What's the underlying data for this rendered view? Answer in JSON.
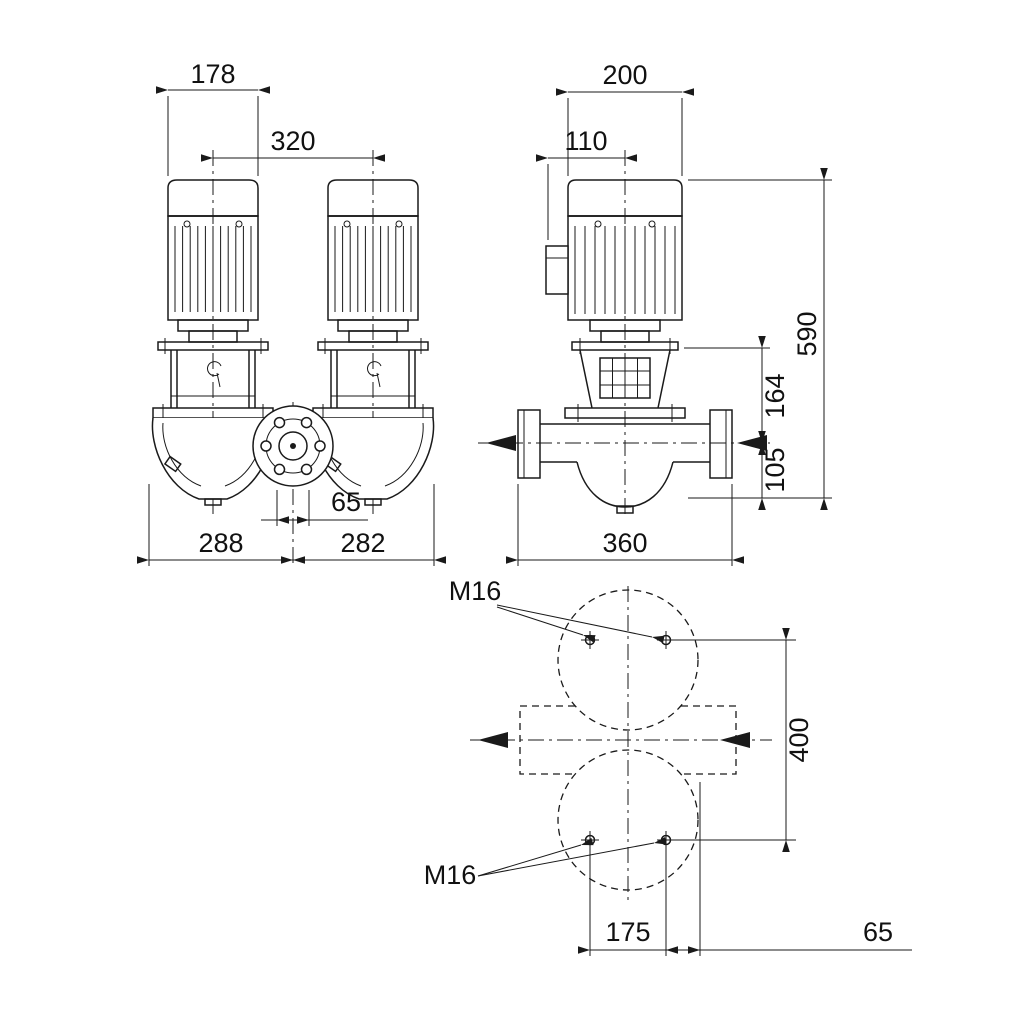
{
  "colors": {
    "ink": "#1a1a1a",
    "background": "#ffffff"
  },
  "front_view": {
    "dim_motor_width": "178",
    "dim_motor_centers": "320",
    "dim_flange_offset": "65",
    "dim_width_left": "288",
    "dim_width_right": "282"
  },
  "side_view": {
    "dim_motor_depth": "200",
    "dim_terminal_box": "110",
    "dim_overall_height": "590",
    "dim_stool_height": "164",
    "dim_port_height": "105",
    "dim_housing_length": "360"
  },
  "plan_view": {
    "bolt_label_top": "M16",
    "bolt_label_bottom": "M16",
    "dim_flange_span": "400",
    "dim_bolt_spacing": "175",
    "dim_bolt_edge_offset": "65"
  }
}
